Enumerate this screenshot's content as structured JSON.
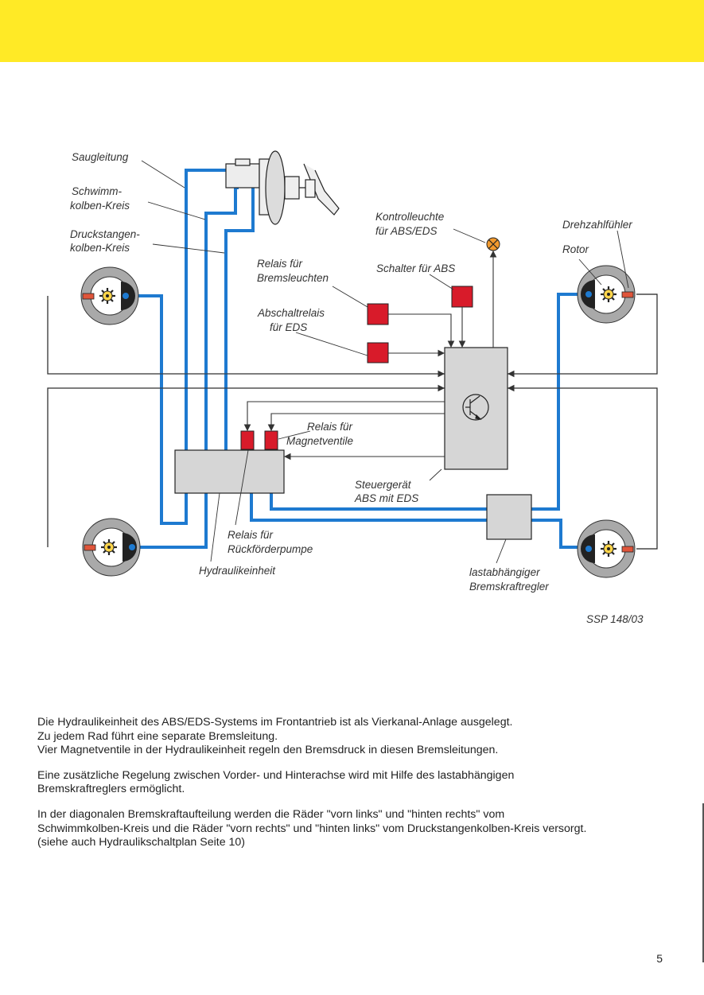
{
  "colors": {
    "band": "#ffea26",
    "pipe": "#1e7ad0",
    "relay": "#d81b2a",
    "box": "#d6d6d6",
    "wheel": "#a9a9a9"
  },
  "labels": {
    "saugleitung": "Saugleitung",
    "schwimm_1": "Schwimm-",
    "schwimm_2": "kolben-Kreis",
    "druck_1": "Druckstangen-",
    "druck_2": "kolben-Kreis",
    "relais_brems_1": "Relais für",
    "relais_brems_2": "Bremsleuchten",
    "abschalt_1": "Abschaltrelais",
    "abschalt_2": "für EDS",
    "kontroll_1": "Kontrolleuchte",
    "kontroll_2": "für ABS/EDS",
    "schalter": "Schalter für ABS",
    "drehzahl": "Drehzahlfühler",
    "rotor": "Rotor",
    "relais_magnet_1": "Relais für",
    "relais_magnet_2": "Magnetventile",
    "steuer_1": "Steuergerät",
    "steuer_2": "ABS mit EDS",
    "relais_rueck_1": "Relais für",
    "relais_rueck_2": "Rückförderpumpe",
    "hydraulik": "Hydraulikeinheit",
    "lastab_1": "lastabhängiger",
    "lastab_2": "Bremskraftregler",
    "ssp": "SSP 148/03"
  },
  "text": {
    "p1": [
      "Die Hydraulikeinheit des ABS/EDS-Systems im Frontantrieb ist als Vierkanal-Anlage ausgelegt.",
      "Zu jedem Rad führt eine separate Bremsleitung.",
      "Vier Magnetventile in der Hydraulikeinheit regeln den Bremsdruck in diesen Bremsleitungen."
    ],
    "p2": [
      "Eine zusätzliche Regelung zwischen Vorder- und Hinterachse wird mit Hilfe des lastabhängigen",
      "Bremskraftreglers ermöglicht."
    ],
    "p3": [
      "In der diagonalen Bremskraftaufteilung werden die Räder \"vorn links\" und \"hinten rechts\" vom",
      "Schwimmkolben-Kreis und die Räder \"vorn rechts\" und \"hinten links\" vom Druckstangenkolben-Kreis versorgt.",
      "(siehe auch Hydraulikschaltplan Seite 10)"
    ]
  },
  "page_number": "5"
}
